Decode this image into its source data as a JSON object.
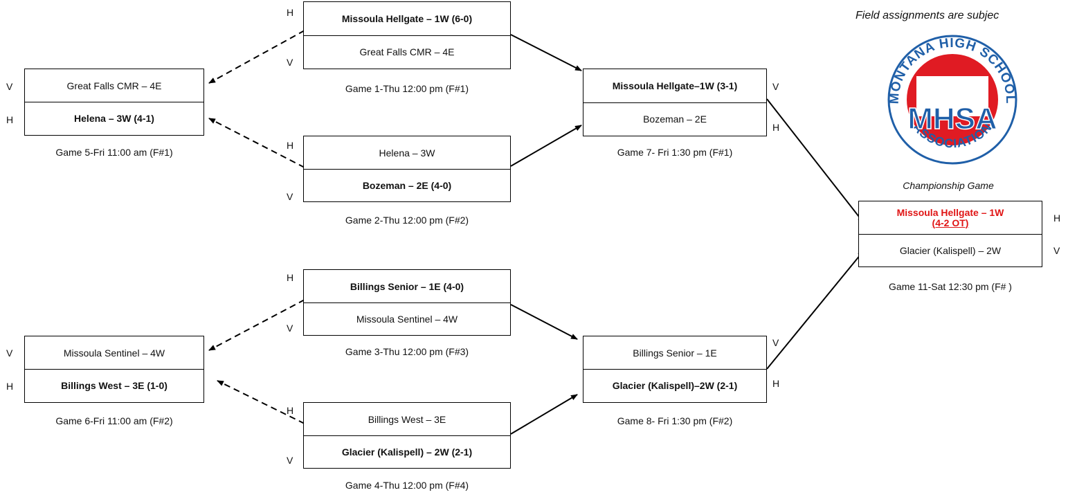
{
  "note": "Field assignments are subjec",
  "champ_label": "Championship Game",
  "logo": {
    "top": "HIGH",
    "left": "MONTANA",
    "right": "SCHOOL",
    "center": "MHSA",
    "bottom": "ASSOCIATION"
  },
  "colors": {
    "winner": "#e01515",
    "logo_red": "#e01b23",
    "logo_blue": "#1f5fa8"
  },
  "g1": {
    "top": "Missoula Hellgate – 1W (6-0)",
    "bottom": "Great Falls CMR – 4E",
    "caption": "Game 1-Thu 12:00 pm (F#1)",
    "h": "H",
    "v": "V"
  },
  "g2": {
    "top": "Helena – 3W",
    "bottom": "Bozeman – 2E (4-0)",
    "caption": "Game 2-Thu 12:00 pm (F#2)",
    "h": "H",
    "v": "V"
  },
  "g3": {
    "top": "Billings Senior – 1E (4-0)",
    "bottom": "Missoula Sentinel – 4W",
    "caption": "Game 3-Thu 12:00 pm (F#3)",
    "h": "H",
    "v": "V"
  },
  "g4": {
    "top": "Billings West – 3E",
    "bottom": "Glacier (Kalispell) – 2W (2-1)",
    "caption": "Game 4-Thu 12:00 pm (F#4)",
    "h": "H",
    "v": "V"
  },
  "g5": {
    "top": "Great Falls CMR – 4E",
    "bottom": "Helena – 3W (4-1)",
    "caption": "Game 5-Fri 11:00 am (F#1)",
    "v": "V",
    "h": "H"
  },
  "g6": {
    "top": "Missoula Sentinel – 4W",
    "bottom": "Billings West – 3E (1-0)",
    "caption": "Game 6-Fri 11:00 am (F#2)",
    "v": "V",
    "h": "H"
  },
  "g7": {
    "top": "Missoula Hellgate–1W (3-1)",
    "bottom": "Bozeman – 2E",
    "caption": "Game 7- Fri 1:30 pm (F#1)",
    "v": "V",
    "h": "H"
  },
  "g8": {
    "top": "Billings Senior – 1E",
    "bottom": "Glacier (Kalispell)–2W (2-1)",
    "caption": "Game 8- Fri 1:30 pm (F#2)",
    "v": "V",
    "h": "H"
  },
  "g11": {
    "top_line1": "Missoula Hellgate – 1W",
    "top_line2": "(4-2 OT)",
    "bottom": "Glacier (Kalispell) – 2W",
    "caption": "Game 11-Sat 12:30 pm (F# )",
    "h": "H",
    "v": "V"
  }
}
